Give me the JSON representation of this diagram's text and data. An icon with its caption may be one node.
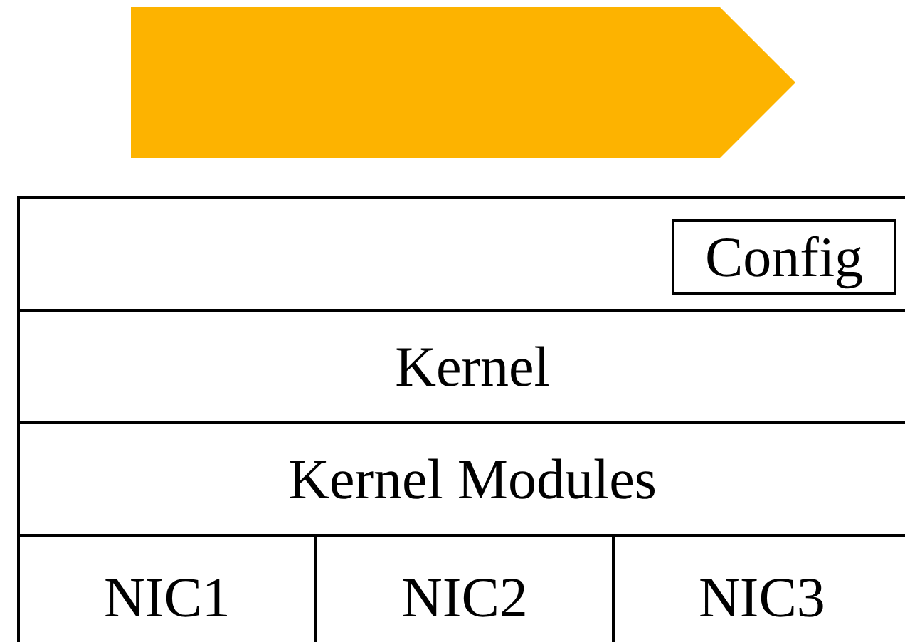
{
  "diagram": {
    "nodes": [
      {
        "text": [],
        "shape": "arrow"
      },
      {
        "text": [],
        "shape": "box"
      },
      {
        "text": [
          "Config"
        ],
        "in": 1
      },
      {
        "text": [
          "Kernel"
        ]
      },
      {
        "text": [
          "Kernel Modules"
        ]
      },
      {
        "text": [
          "NIC1"
        ]
      },
      {
        "text": [
          "NIC2"
        ]
      },
      {
        "text": [
          "NIC3"
        ]
      }
    ]
  }
}
